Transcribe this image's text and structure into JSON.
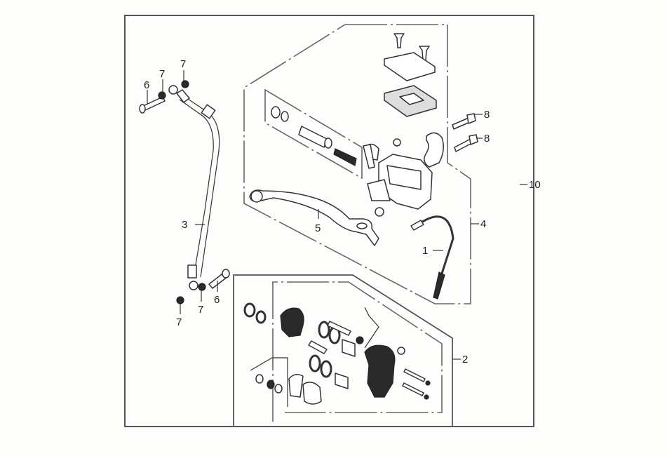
{
  "diagram": {
    "title": "Front brake assembly exploded view",
    "callouts": [
      {
        "id": "c1",
        "label": "1",
        "part": "brake-switch-wire"
      },
      {
        "id": "c2",
        "label": "2",
        "part": "brake-caliper-assembly"
      },
      {
        "id": "c3",
        "label": "3",
        "part": "brake-hose"
      },
      {
        "id": "c4",
        "label": "4",
        "part": "master-cylinder-subassembly"
      },
      {
        "id": "c5",
        "label": "5",
        "part": "brake-lever"
      },
      {
        "id": "c6a",
        "label": "6",
        "part": "oil-bolt-upper"
      },
      {
        "id": "c6b",
        "label": "6",
        "part": "oil-bolt-lower"
      },
      {
        "id": "c7a",
        "label": "7",
        "part": "sealing-washer"
      },
      {
        "id": "c7b",
        "label": "7",
        "part": "sealing-washer"
      },
      {
        "id": "c7c",
        "label": "7",
        "part": "sealing-washer"
      },
      {
        "id": "c7d",
        "label": "7",
        "part": "sealing-washer"
      },
      {
        "id": "c8a",
        "label": "8",
        "part": "holder-bolt"
      },
      {
        "id": "c8b",
        "label": "8",
        "part": "holder-bolt"
      },
      {
        "id": "c10",
        "label": "10",
        "part": "master-cylinder-assembly"
      }
    ]
  }
}
